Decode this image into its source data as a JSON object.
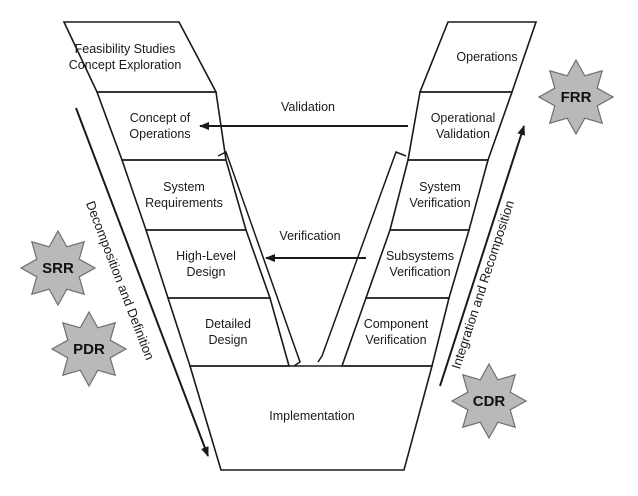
{
  "left_arm": {
    "stages": [
      [
        "Feasibility Studies",
        "Concept Exploration"
      ],
      [
        "Concept of",
        "Operations"
      ],
      [
        "System",
        "Requirements"
      ],
      [
        "High-Level",
        "Design"
      ],
      [
        "Detailed",
        "Design"
      ]
    ],
    "side_label": "Decomposition and Definition"
  },
  "right_arm": {
    "stages": [
      [
        "Operations"
      ],
      [
        "Operational",
        "Validation"
      ],
      [
        "System",
        "Verification"
      ],
      [
        "Subsystems",
        "Verification"
      ],
      [
        "Component",
        "Verification"
      ]
    ],
    "side_label": "Integration and Recomposition"
  },
  "bottom": {
    "label": "Implementation"
  },
  "flows": {
    "validation": "Validation",
    "verification": "Verification"
  },
  "reviews": {
    "frr": "FRR",
    "srr": "SRR",
    "pdr": "PDR",
    "cdr": "CDR"
  },
  "colors": {
    "line": "#1a1a1a",
    "badge_fill": "#b9b9b9",
    "badge_stroke": "#6f6f6f"
  }
}
